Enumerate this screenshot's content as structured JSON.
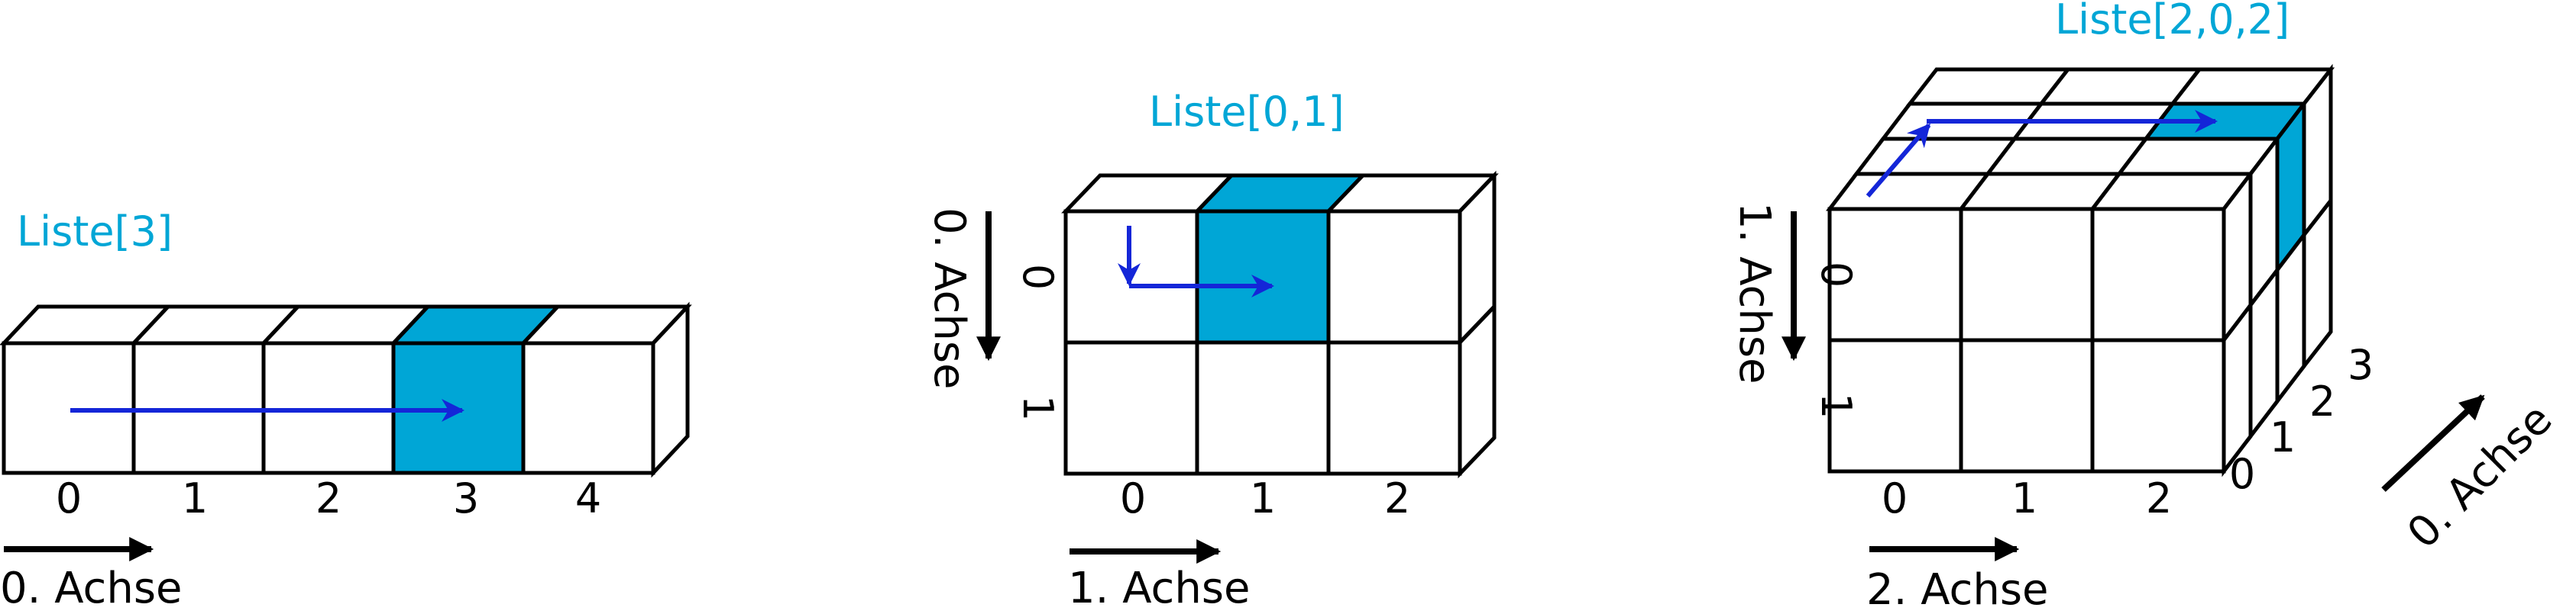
{
  "colors": {
    "highlight": "#00A6D6",
    "title": "#00A6D6",
    "pointer_arrow": "#1426D8",
    "axis_arrow": "#000000",
    "grid": "#000000"
  },
  "panels": [
    {
      "title": "Liste[3]",
      "shape": [
        5
      ],
      "highlighted_index": [
        3
      ],
      "column_indices": [
        "0",
        "1",
        "2",
        "3",
        "4"
      ],
      "axis_label": "0. Achse"
    },
    {
      "title": "Liste[0,1]",
      "shape": [
        2,
        3
      ],
      "highlighted_index": [
        0,
        1
      ],
      "row_indices": [
        "0",
        "1"
      ],
      "column_indices": [
        "0",
        "1",
        "2"
      ],
      "row_axis_label": "0. Achse",
      "column_axis_label": "1. Achse"
    },
    {
      "title": "Liste[2,0,2]",
      "shape": [
        4,
        2,
        3
      ],
      "highlighted_index": [
        2,
        0,
        2
      ],
      "depth_indices": [
        "0",
        "1",
        "2",
        "3"
      ],
      "row_indices": [
        "0",
        "1"
      ],
      "column_indices": [
        "0",
        "1",
        "2"
      ],
      "depth_axis_label": "0. Achse",
      "row_axis_label": "1. Achse",
      "column_axis_label": "2. Achse"
    }
  ]
}
